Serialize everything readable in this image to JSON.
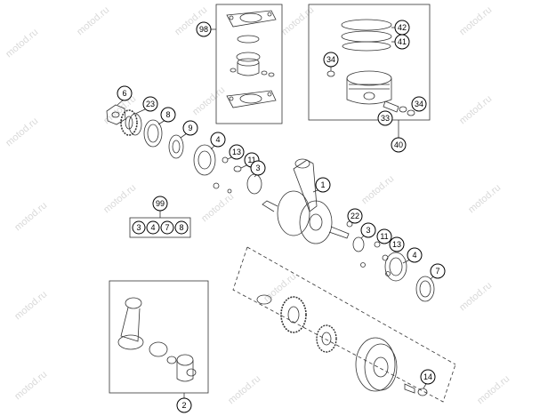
{
  "watermark": "motod.ru",
  "callouts": {
    "c1": "1",
    "c2": "2",
    "c3a": "3",
    "c3b": "3",
    "c3c": "3",
    "c4a": "4",
    "c4b": "4",
    "c4c": "4",
    "c6": "6",
    "c7a": "7",
    "c7b": "7",
    "c8a": "8",
    "c8b": "8",
    "c9": "9",
    "c11a": "11",
    "c11b": "11",
    "c13a": "13",
    "c13b": "13",
    "c14": "14",
    "c22": "22",
    "c23": "23",
    "c33": "33",
    "c34a": "34",
    "c34b": "34",
    "c40": "40",
    "c41": "41",
    "c42": "42",
    "c98": "98",
    "c99": "99"
  }
}
